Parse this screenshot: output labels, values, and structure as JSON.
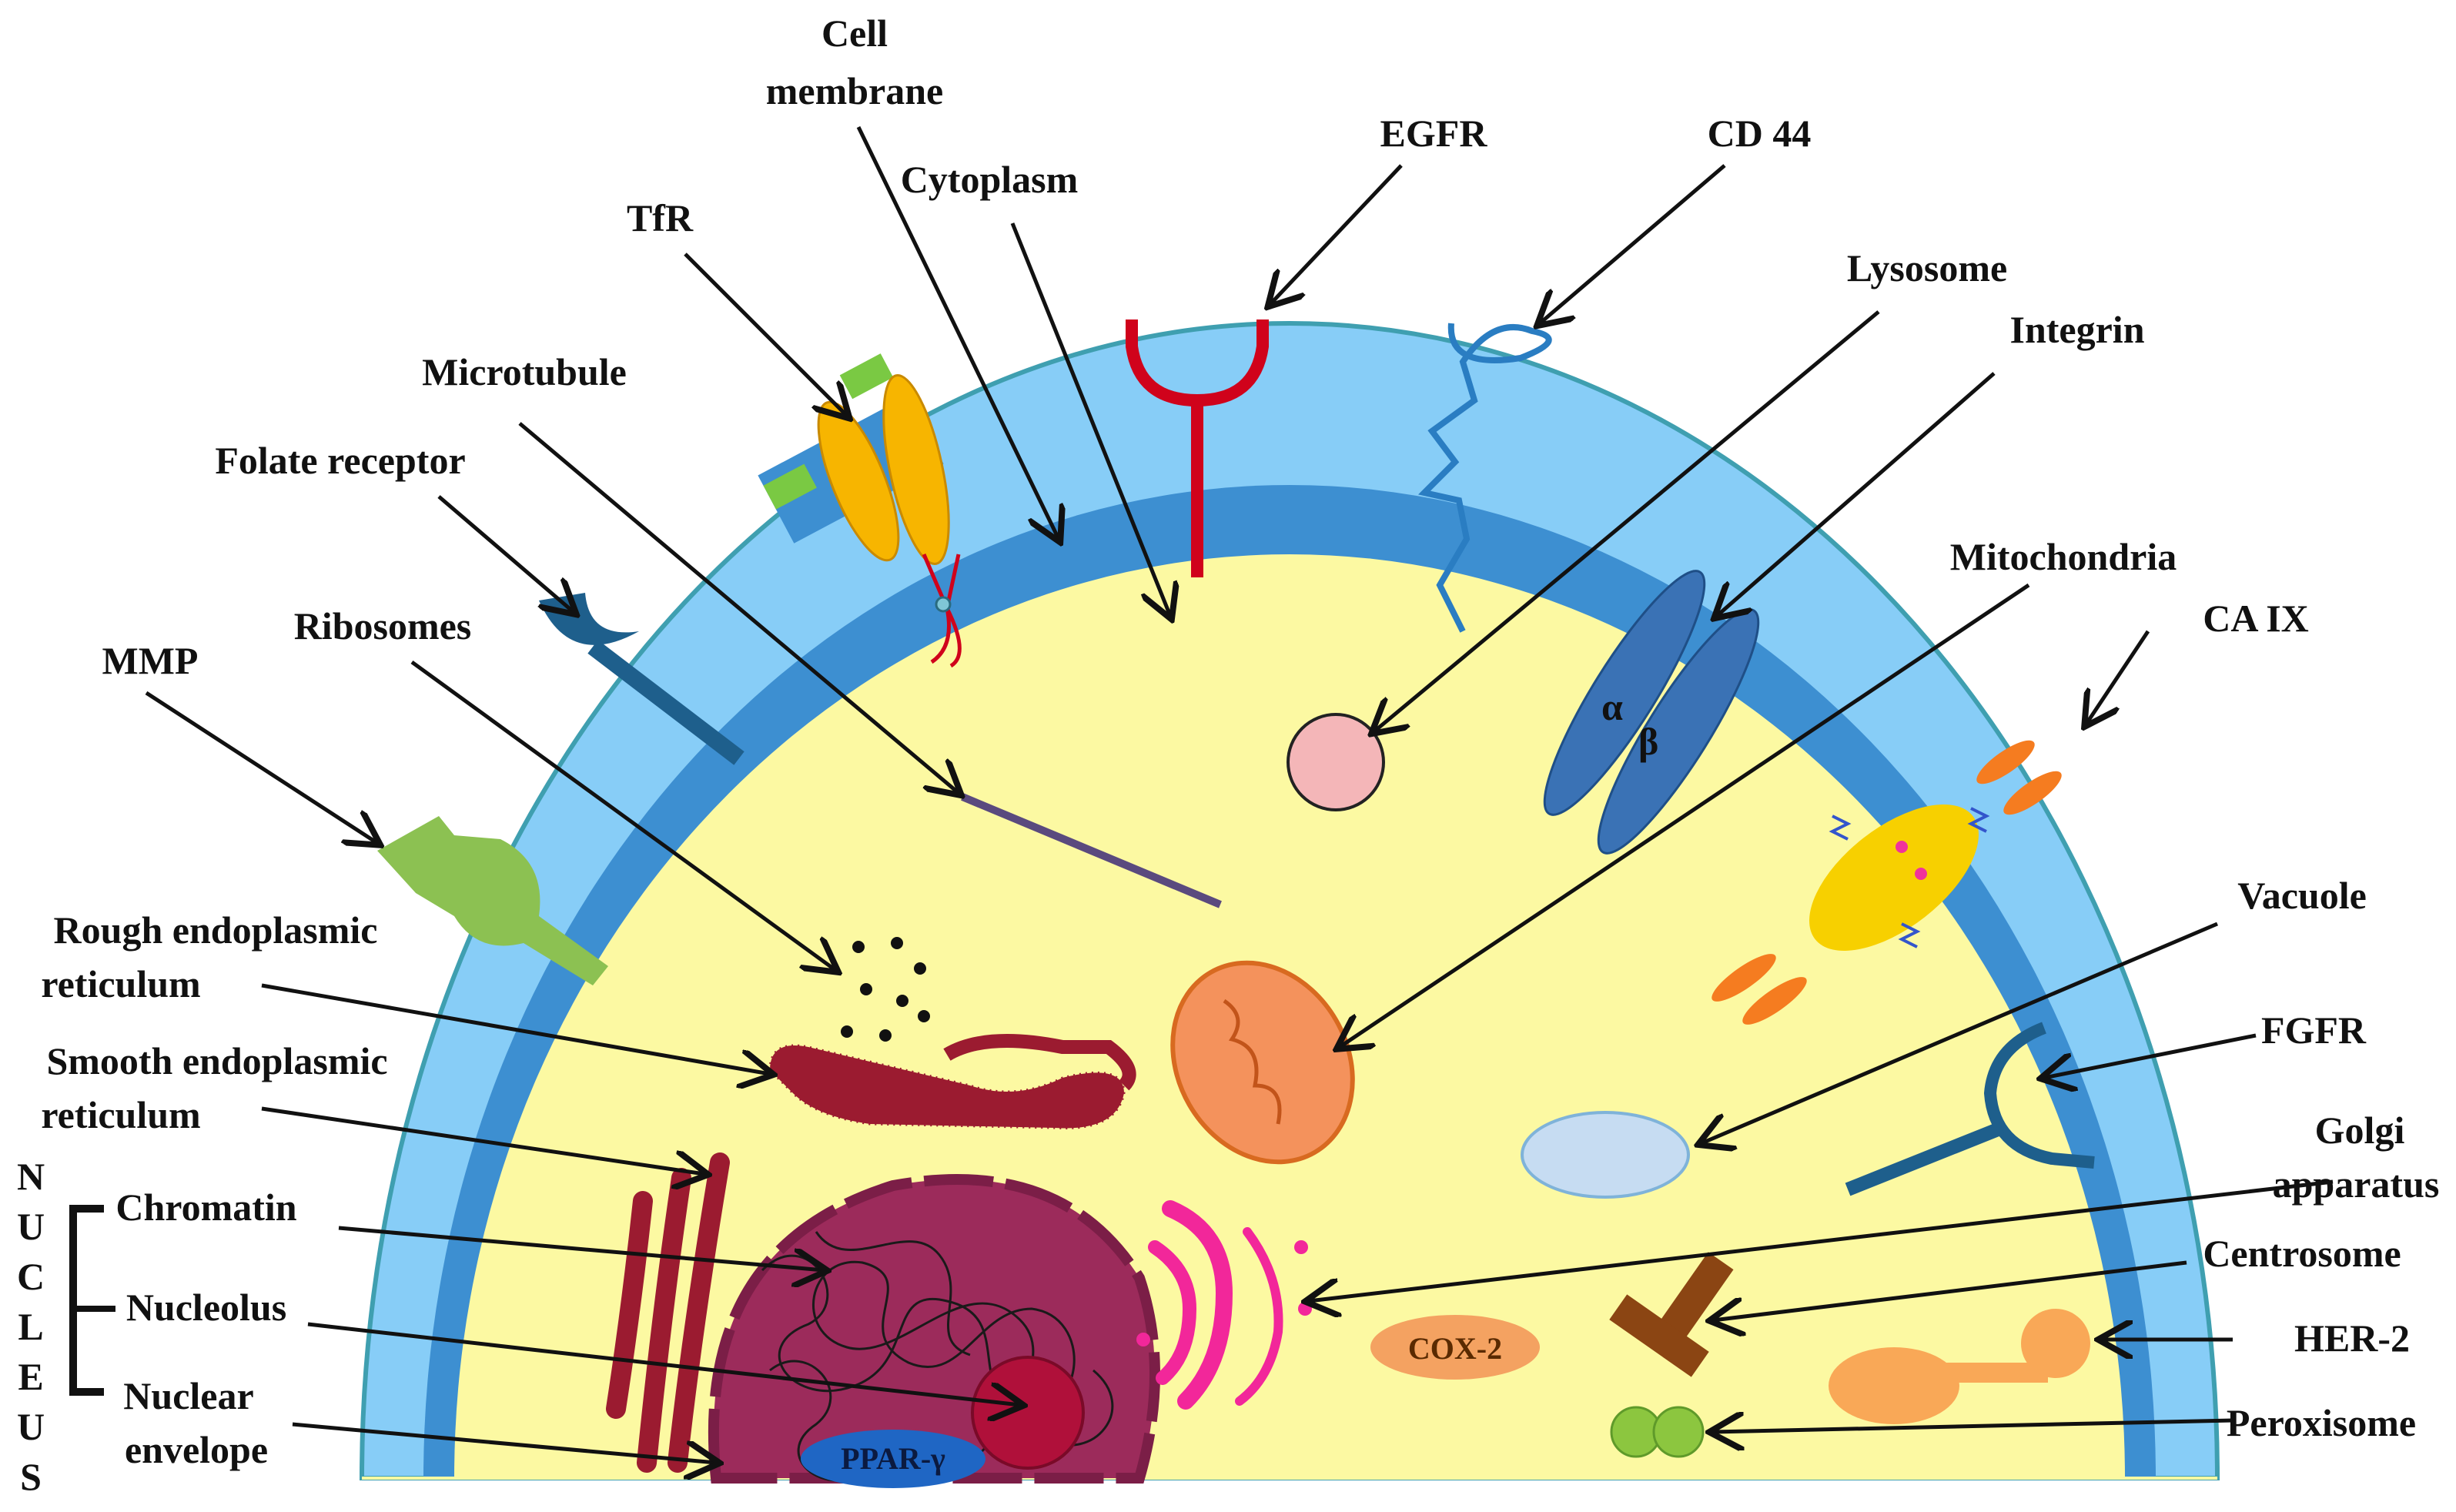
{
  "labels": {
    "cell_membrane_1": "Cell",
    "cell_membrane_2": "membrane",
    "cytoplasm": "Cytoplasm",
    "egfr": "EGFR",
    "cd44": "CD 44",
    "tfr": "TfR",
    "lysosome": "Lysosome",
    "integrin": "Integrin",
    "microtubule": "Microtubule",
    "folate_receptor": "Folate receptor",
    "mitochondria": "Mitochondria",
    "ca_ix": "CA  IX",
    "ribosomes": "Ribosomes",
    "mmp": "MMP",
    "vacuole": "Vacuole",
    "rer_1": "Rough endoplasmic",
    "rer_2": "reticulum",
    "ser_1": "Smooth endoplasmic",
    "ser_2": "reticulum",
    "fgfr": "FGFR",
    "golgi_1": "Golgi",
    "golgi_2": "apparatus",
    "chromatin": "Chromatin",
    "centrosome": "Centrosome",
    "nucleolus": "Nucleolus",
    "her2": "HER-2",
    "nuclear_envelope_1": "Nuclear",
    "nuclear_envelope_2": "envelope",
    "peroxisome": "Peroxisome",
    "ppar": "PPAR-γ",
    "cox2": "COX-2",
    "alpha": "α",
    "beta": "β",
    "nucleus_letters": [
      "N",
      "U",
      "C",
      "L",
      "E",
      "U",
      "S"
    ]
  },
  "colors": {
    "membrane_outer": "#87cdf7",
    "membrane_inner": "#3d8fd1",
    "cytoplasm": "#fcf9a2",
    "nucleus": "#9c2b5b",
    "er": "#9b1b30",
    "golgi": "#f2279a",
    "mitochondria": "#f4925c",
    "receptor_blue": "#1e5f8c",
    "integrin": "#3a72b5",
    "ppar": "#1f66c4",
    "cox2": "#f4a261",
    "lysosome": "#f4b6b8",
    "vacuole": "#c6dcf2",
    "peroxisome": "#8cc63f",
    "her2": "#f9a857",
    "mmp": "#8cc152",
    "centrosome": "#8b4513"
  }
}
